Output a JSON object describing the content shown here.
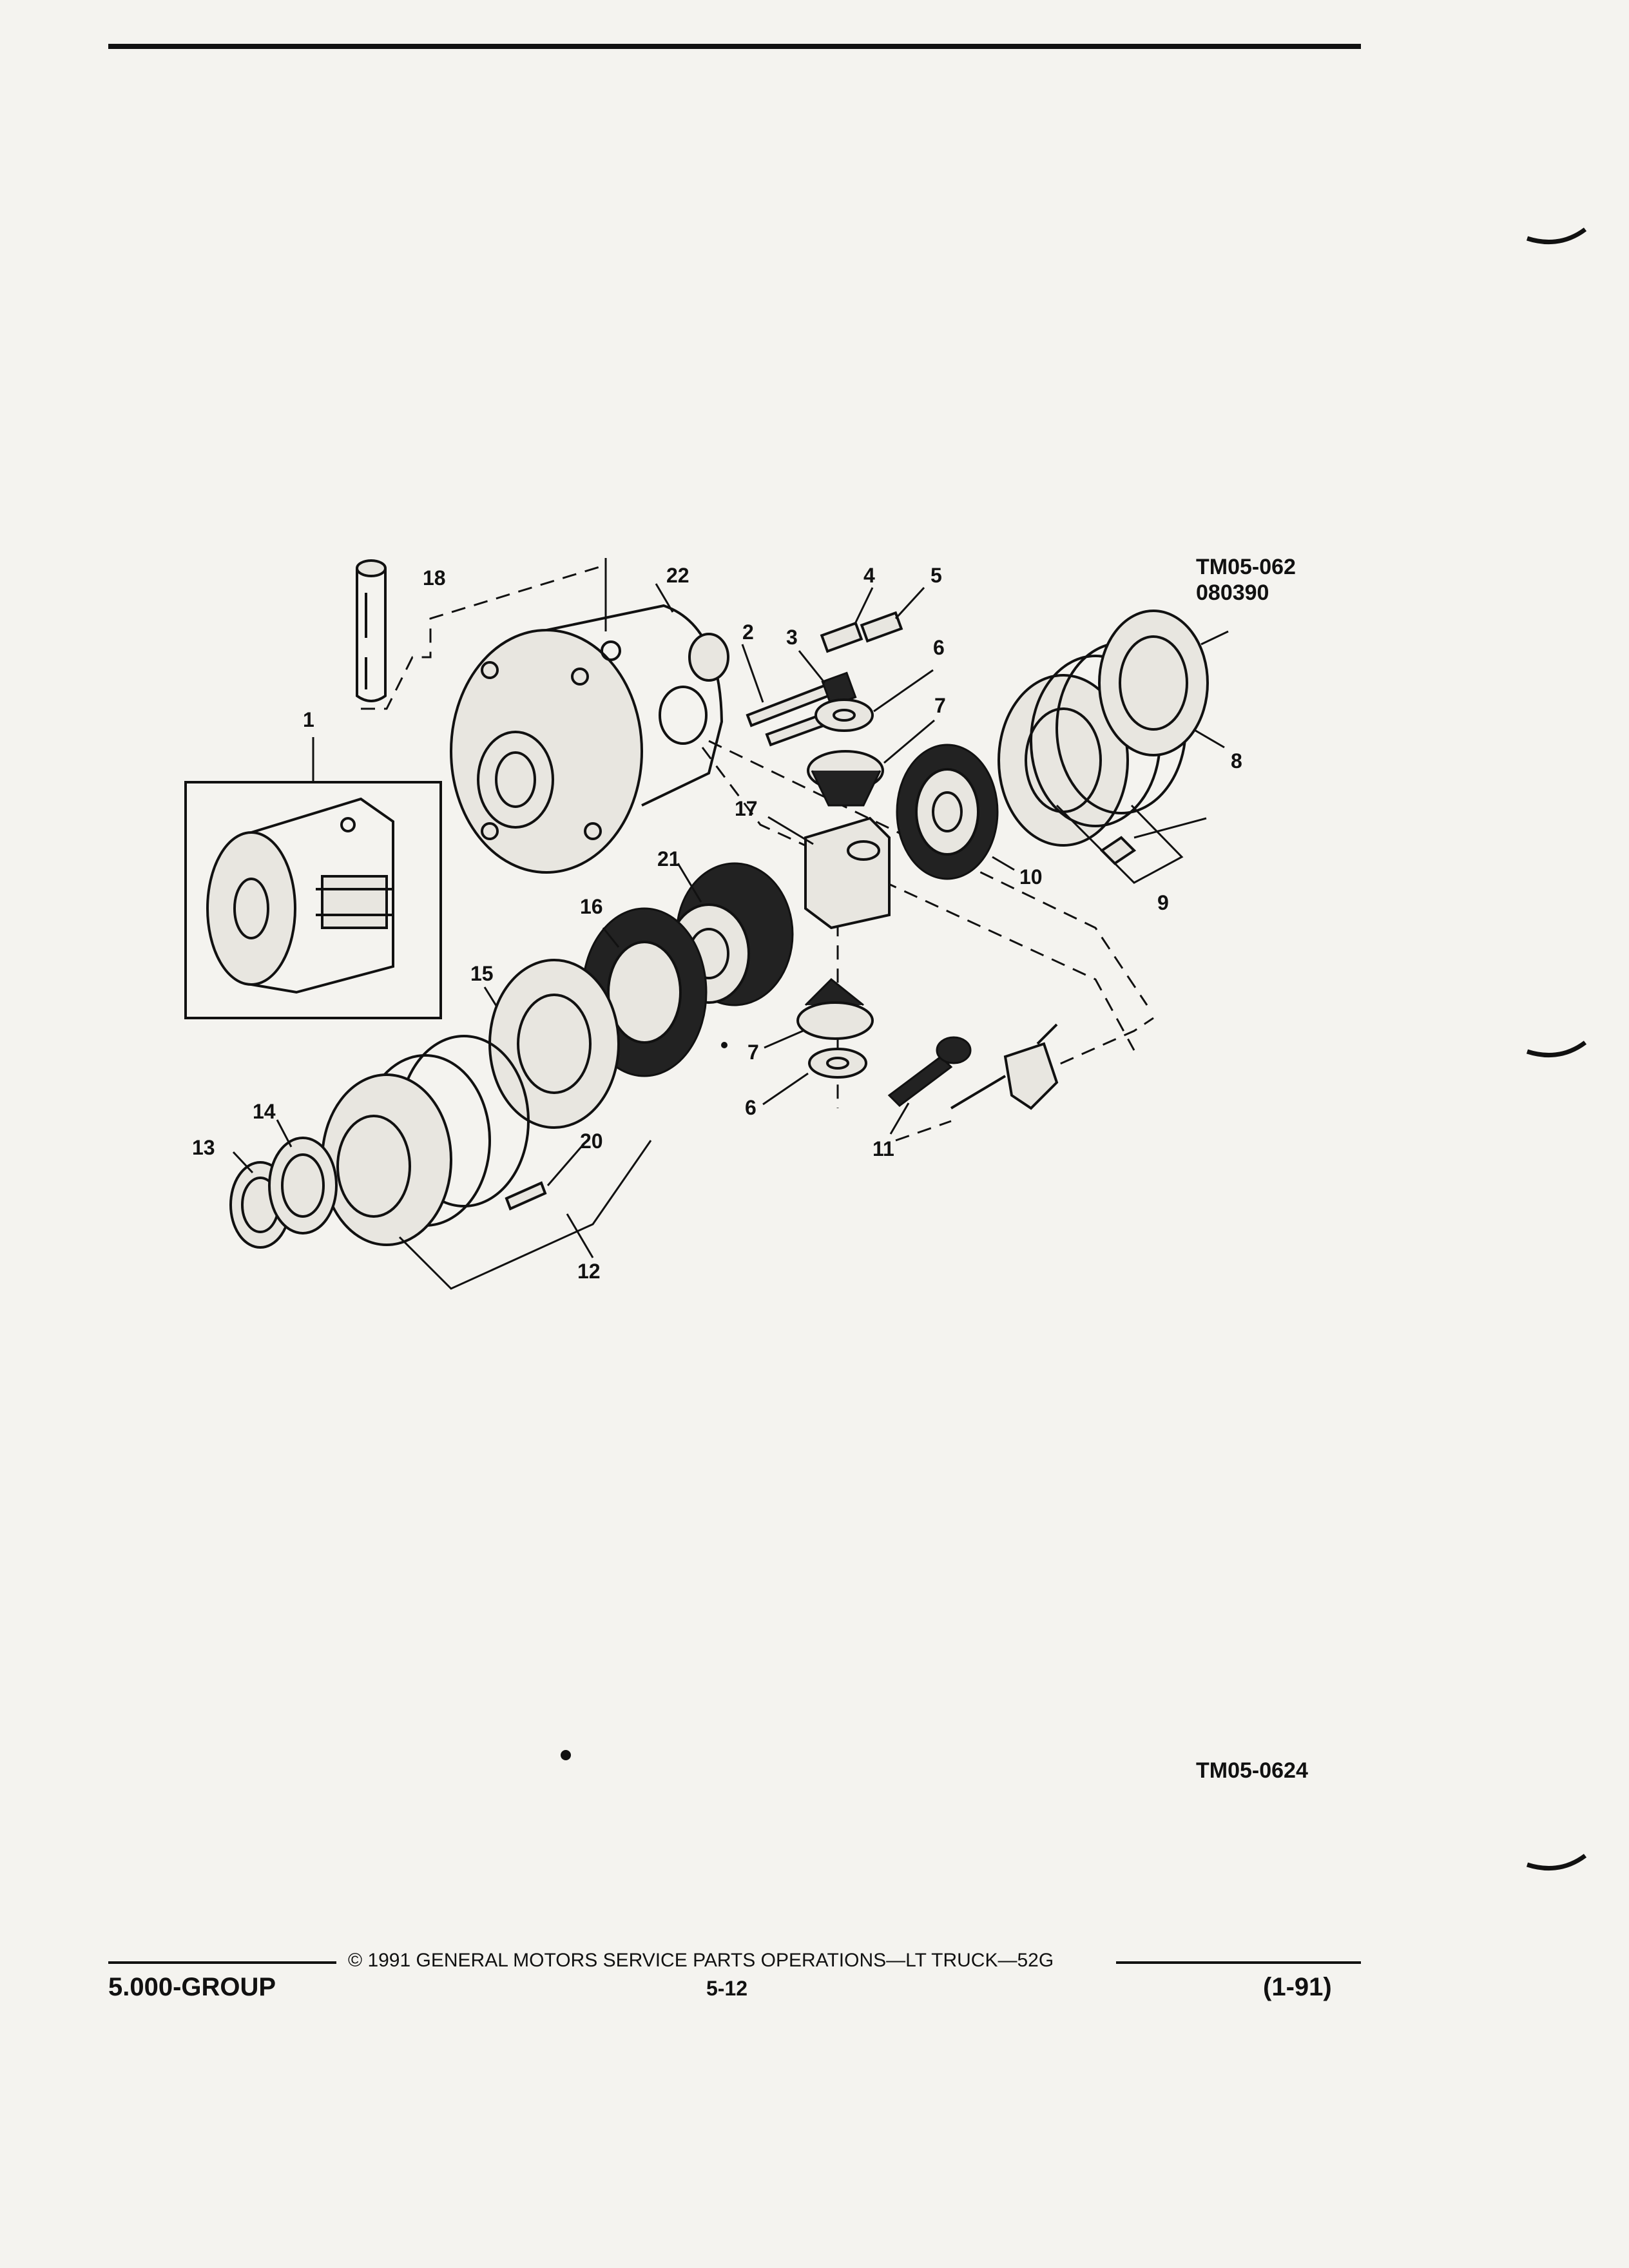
{
  "figure": {
    "codes": {
      "line1": "TM05-062",
      "line2": "080390"
    },
    "bottom_code": "TM05-0624",
    "callouts": [
      "1",
      "2",
      "3",
      "4",
      "5",
      "6",
      "7",
      "8",
      "9",
      "10",
      "11",
      "12",
      "13",
      "14",
      "15",
      "16",
      "17",
      "18",
      "20",
      "21",
      "22",
      "7",
      "6"
    ]
  },
  "footer": {
    "copyright": "© 1991 GENERAL MOTORS SERVICE PARTS OPERATIONS—LT TRUCK—52G",
    "group": "5.000-GROUP",
    "page": "5-12",
    "date": "(1-91)"
  }
}
